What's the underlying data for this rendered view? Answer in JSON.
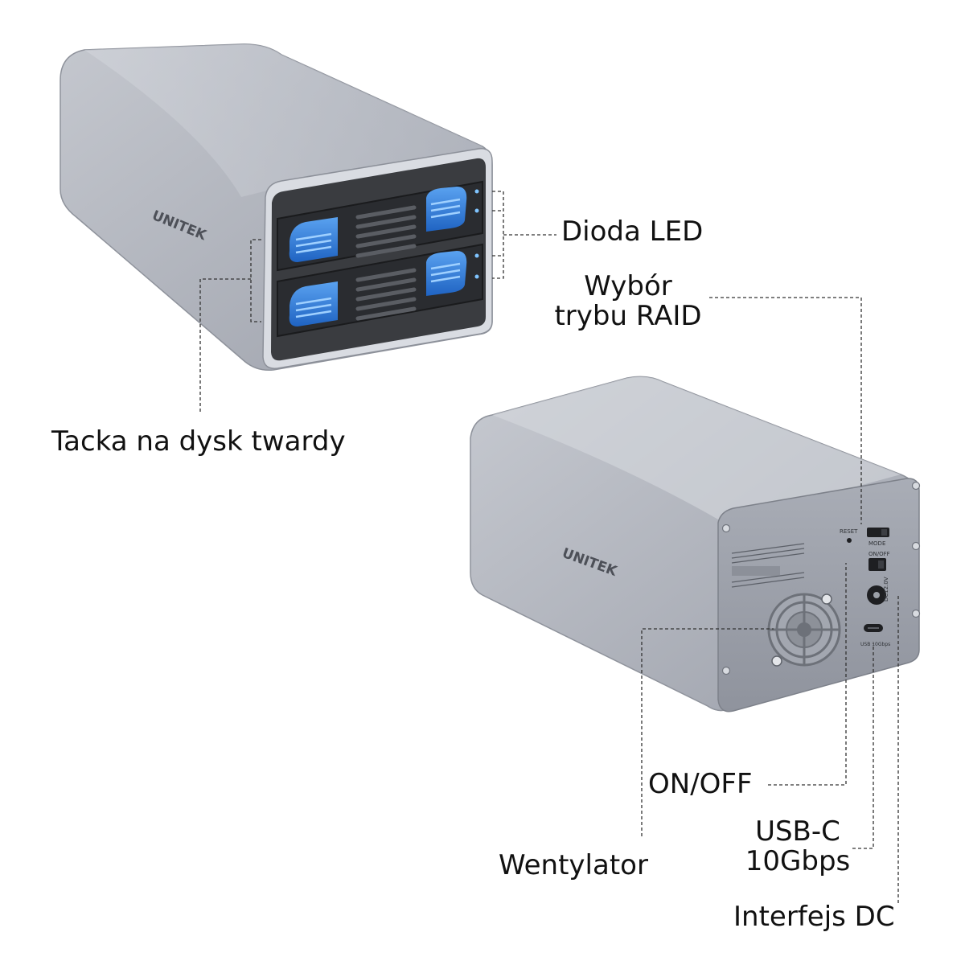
{
  "brand": {
    "name": "UNITEK"
  },
  "colors": {
    "body_top": "#c9ccd3",
    "body_side": "#a4a8b2",
    "front_panel": "#3a3c40",
    "tray_blue": "#2f7fe0",
    "leader_line": "#333333"
  },
  "back_panel": {
    "reset": "RESET",
    "mode": "MODE",
    "onoff": "ON/OFF",
    "dc": "DC12.0V",
    "usb": "USB 10Gbps"
  },
  "callouts": {
    "led": "Dioda LED",
    "raid": [
      "Wybór",
      "trybu RAID"
    ],
    "tray": "Tacka na dysk twardy",
    "onoff": "ON/OFF",
    "usb_c": [
      "USB-C",
      "10Gbps"
    ],
    "fan": "Wentylator",
    "dc": "Interfejs DC"
  }
}
